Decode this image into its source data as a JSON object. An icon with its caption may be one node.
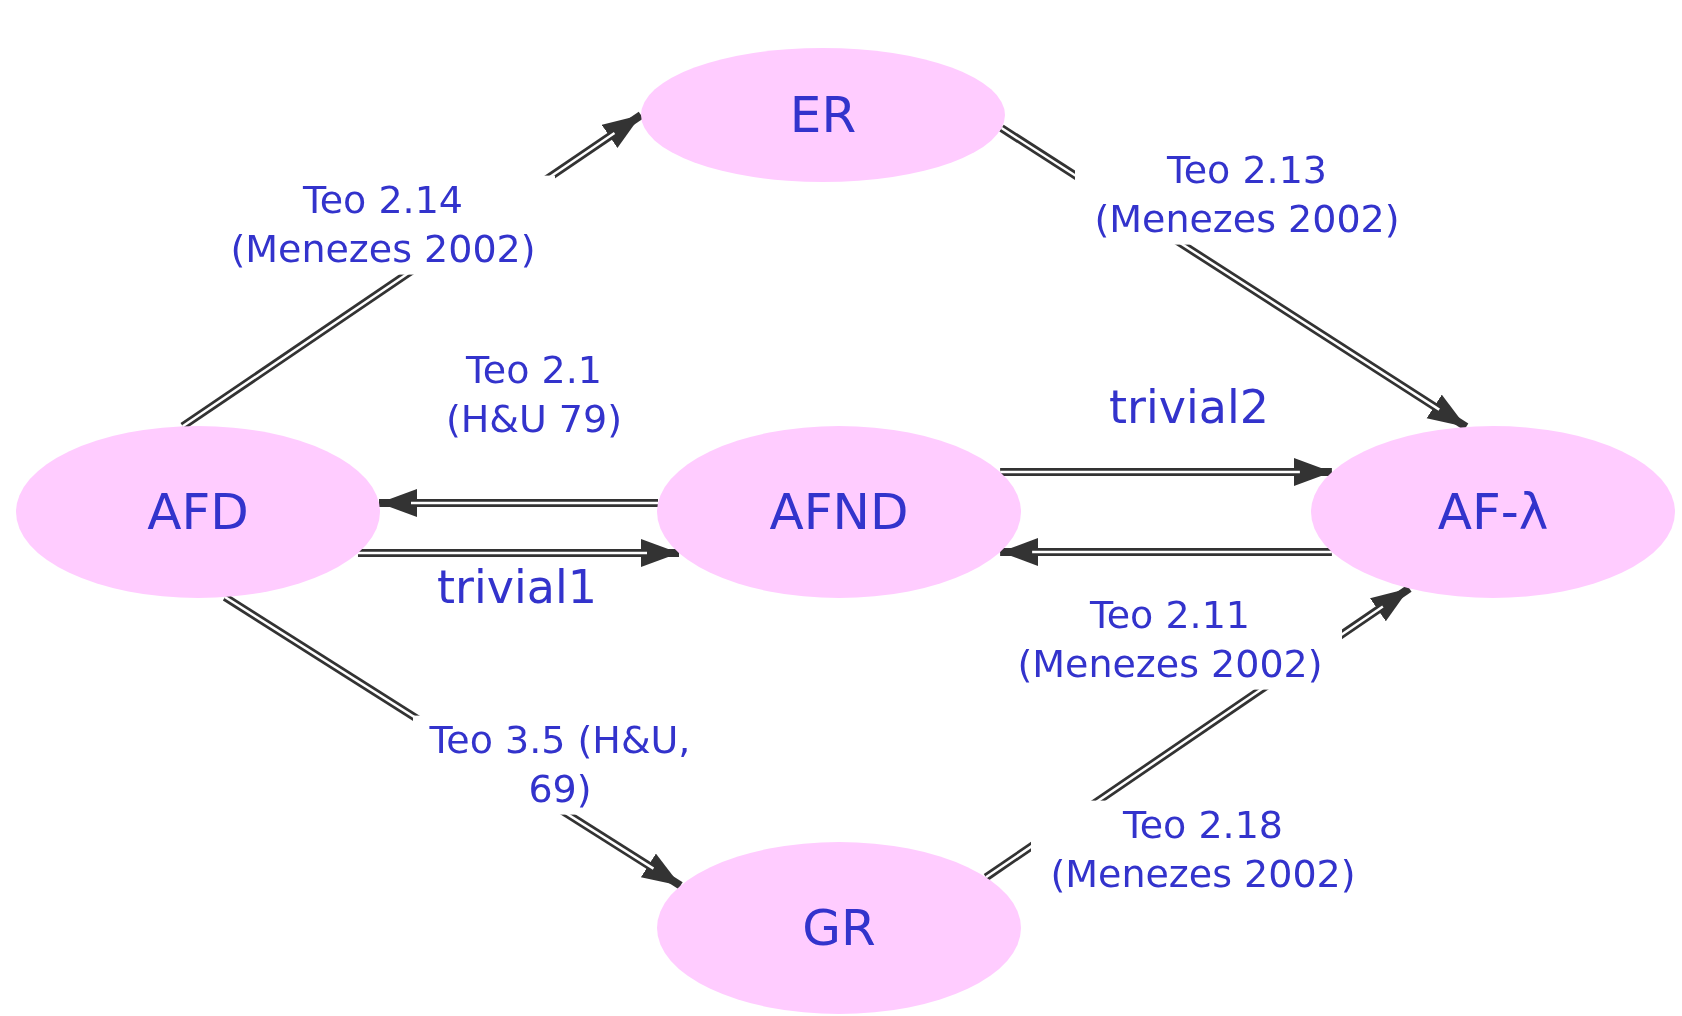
{
  "diagram": {
    "nodes": [
      {
        "text": [
          "ER"
        ]
      },
      {
        "text": [
          "AFD"
        ]
      },
      {
        "text": [
          "AFND"
        ]
      },
      {
        "text": [
          "AF-λ"
        ]
      },
      {
        "text": [
          "GR"
        ]
      }
    ],
    "edges": [
      {
        "from": 1,
        "to": 0,
        "arrow": "to",
        "label": "Teo 2.14 (Menezes 2002)"
      },
      {
        "from": 0,
        "to": 3,
        "arrow": "to",
        "label": "Teo 2.13 (Menezes 2002)"
      },
      {
        "from": 2,
        "to": 1,
        "arrow": "to",
        "label": "Teo 2.1 (H&U 79)"
      },
      {
        "from": 1,
        "to": 2,
        "arrow": "to",
        "label": "trivial1"
      },
      {
        "from": 2,
        "to": 3,
        "arrow": "to",
        "label": "trivial2"
      },
      {
        "from": 3,
        "to": 2,
        "arrow": "to",
        "label": "Teo 2.11 (Menezes 2002)"
      },
      {
        "from": 1,
        "to": 4,
        "arrow": "to",
        "label": "Teo 3.5 (H&U, 69)"
      },
      {
        "from": 4,
        "to": 3,
        "arrow": "to",
        "label": "Teo 2.18 (Menezes 2002)"
      }
    ]
  }
}
